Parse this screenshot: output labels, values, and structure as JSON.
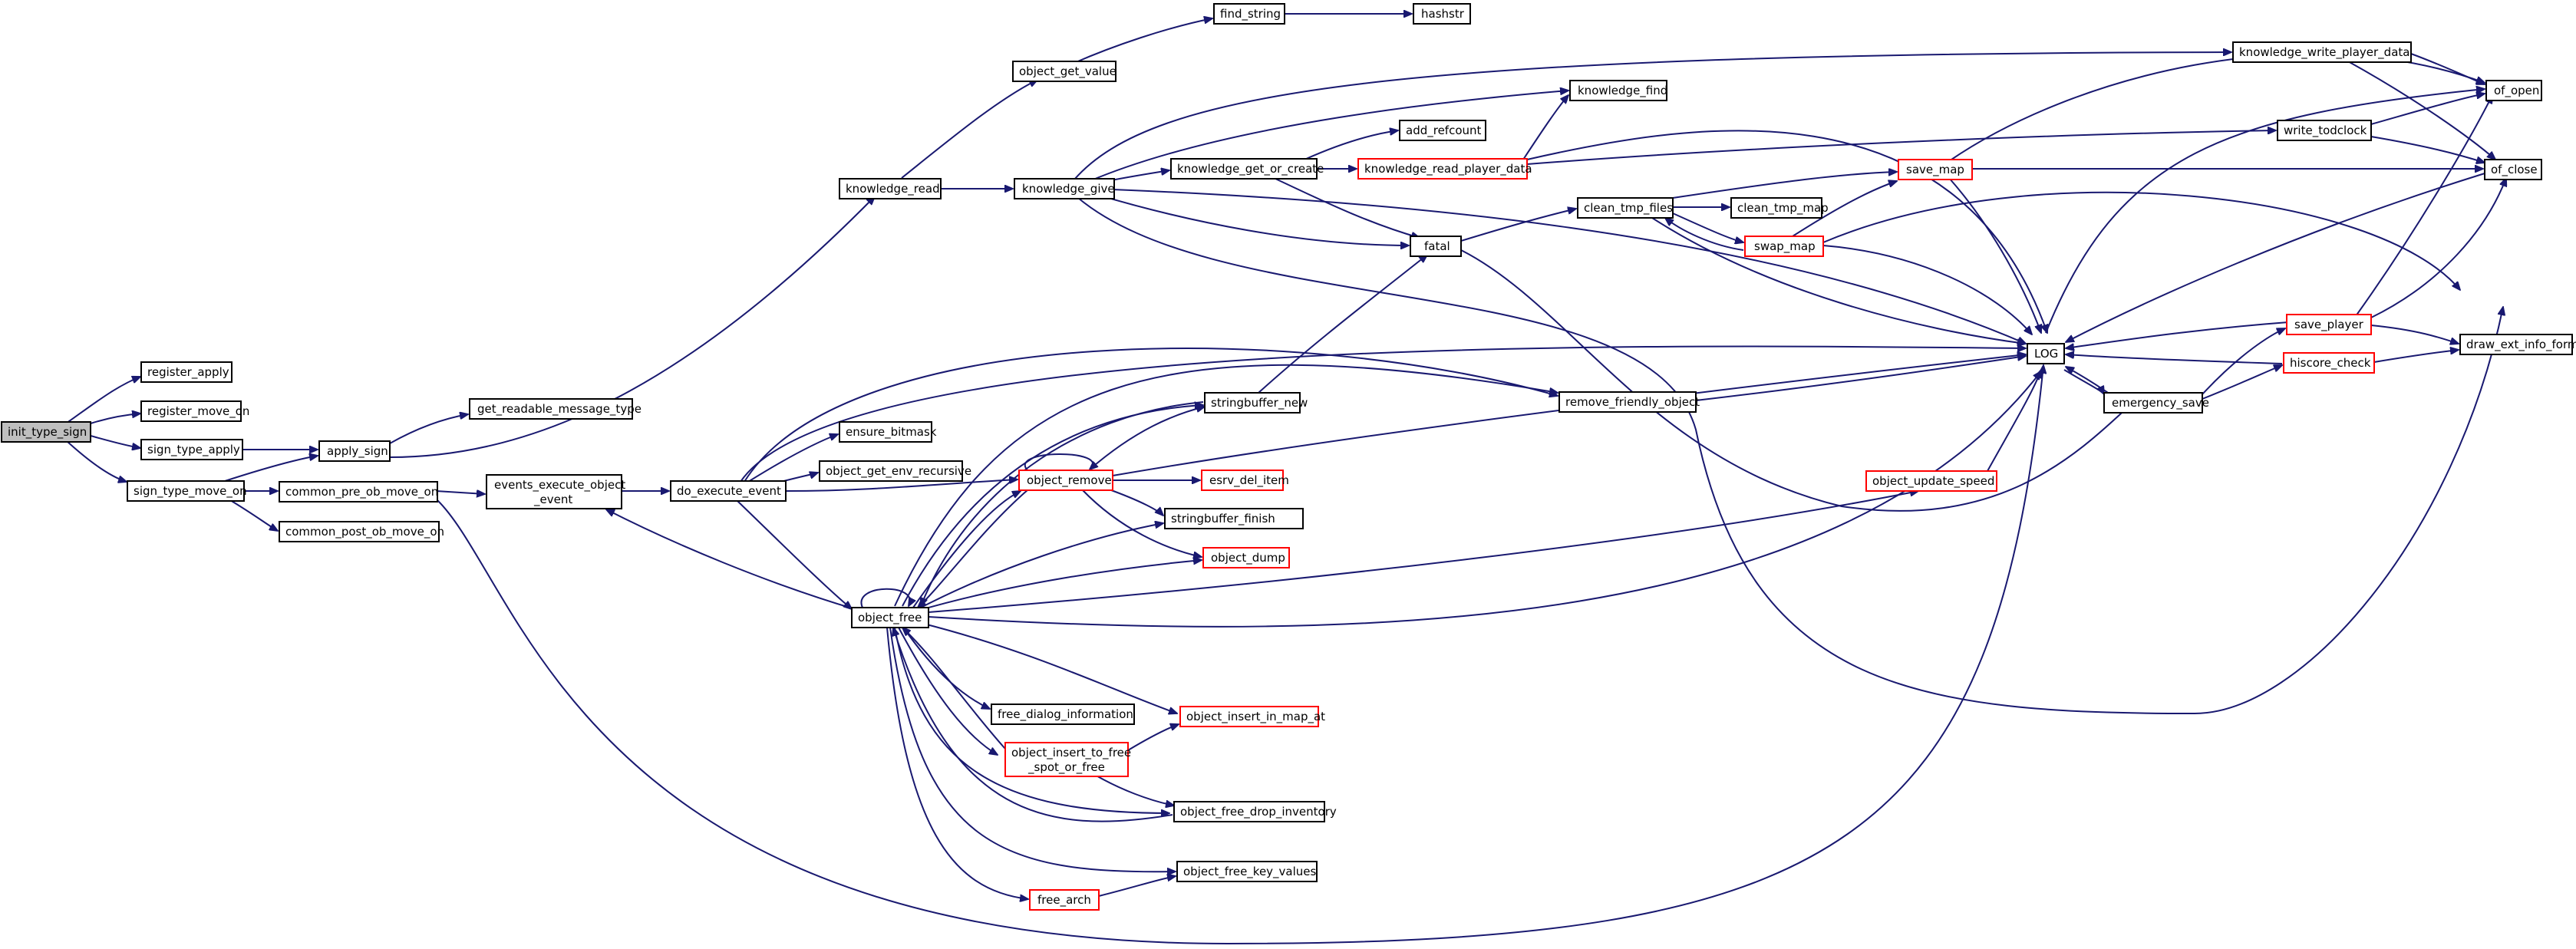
{
  "nodes": {
    "init_type_sign": "init_type_sign",
    "register_apply": "register_apply",
    "register_move_on": "register_move_on",
    "sign_type_apply": "sign_type_apply",
    "sign_type_move_on": "sign_type_move_on",
    "apply_sign": "apply_sign",
    "get_readable_message_type": "get_readable_message_type",
    "common_pre_ob_move_on": "common_pre_ob_move_on",
    "common_post_ob_move_on": "common_post_ob_move_on",
    "events_execute_object_event_l1": "events_execute_object",
    "events_execute_object_event_l2": "_event",
    "do_execute_event": "do_execute_event",
    "knowledge_read": "knowledge_read",
    "object_get_value": "object_get_value",
    "find_string": "find_string",
    "hashstr": "hashstr",
    "knowledge_give": "knowledge_give",
    "knowledge_find": "knowledge_find",
    "add_refcount": "add_refcount",
    "knowledge_get_or_create": "knowledge_get_or_create",
    "knowledge_read_player_data": "knowledge_read_player_data",
    "fatal": "fatal",
    "clean_tmp_files": "clean_tmp_files",
    "clean_tmp_map": "clean_tmp_map",
    "swap_map": "swap_map",
    "save_map": "save_map",
    "knowledge_write_player_data": "knowledge_write_player_data",
    "write_todclock": "write_todclock",
    "of_open": "of_open",
    "of_close": "of_close",
    "LOG": "LOG",
    "emergency_save": "emergency_save",
    "save_player": "save_player",
    "hiscore_check": "hiscore_check",
    "draw_ext_info_format": "draw_ext_info_format",
    "remove_friendly_object": "remove_friendly_object",
    "stringbuffer_new": "stringbuffer_new",
    "ensure_bitmask": "ensure_bitmask",
    "object_get_env_recursive": "object_get_env_recursive",
    "object_remove": "object_remove",
    "esrv_del_item": "esrv_del_item",
    "stringbuffer_finish": "stringbuffer_finish",
    "object_dump": "object_dump",
    "object_update_speed": "object_update_speed",
    "object_free": "object_free",
    "free_dialog_information": "free_dialog_information",
    "object_insert_in_map_at": "object_insert_in_map_at",
    "object_insert_to_free_spot_or_free_l1": "object_insert_to_free",
    "object_insert_to_free_spot_or_free_l2": "_spot_or_free",
    "object_free_drop_inventory": "object_free_drop_inventory",
    "object_free_key_values": "object_free_key_values",
    "free_arch": "free_arch"
  },
  "colors": {
    "edge": "#191970",
    "normal_border": "#000000",
    "truncated_border": "#ff0000",
    "root_fill": "#bfbfbf"
  }
}
